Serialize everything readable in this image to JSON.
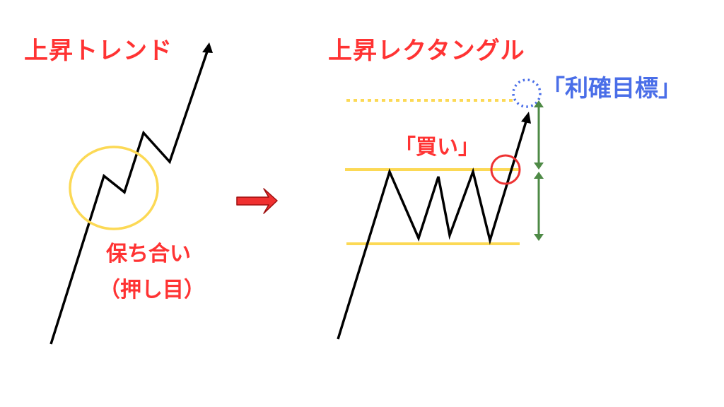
{
  "colors": {
    "title_red": "#ff3333",
    "target_blue": "#4a6ee8",
    "line_black": "#000000",
    "channel_yellow": "#fcd955",
    "range_green": "#4e8a46",
    "arrow_red": "#f03030",
    "arrow_red_border": "#9e0f0f"
  },
  "left_panel": {
    "title": "上昇トレンド",
    "annotation_line1": "保ち合い",
    "annotation_line2": "（押し目）"
  },
  "transition_arrow": {
    "icon": "right-arrow-icon"
  },
  "right_panel": {
    "title": "上昇レクタングル",
    "buy_label": "「買い」",
    "target_label": "「利確目標」"
  }
}
